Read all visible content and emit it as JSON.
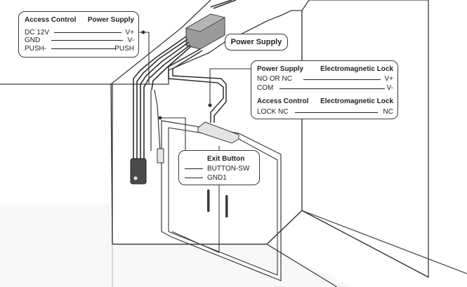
{
  "wiring_table_1": {
    "header_left": "Access Control",
    "header_right": "Power Supply",
    "rows": [
      {
        "left": "DC 12V",
        "right": "V+"
      },
      {
        "left": "GND",
        "right": "V-"
      },
      {
        "left": "PUSH-",
        "right": "PUSH"
      }
    ]
  },
  "power_supply_label": "Power Supply",
  "wiring_table_2": {
    "section_1": {
      "header_left": "Power Supply",
      "header_right": "Electromagnetic Lock",
      "rows": [
        {
          "left": "NO OR NC",
          "right": "V+"
        },
        {
          "left": "COM",
          "right": "V-"
        }
      ]
    },
    "section_2": {
      "header_left": "Access Control",
      "header_right": "Electromagnetic Lock",
      "rows": [
        {
          "left": "LOCK NC",
          "right": "NC"
        }
      ]
    }
  },
  "exit_button_table": {
    "header": "Exit Button",
    "rows": [
      "BUTTON-SW",
      "GND1"
    ]
  },
  "colors": {
    "line": "#3a3a3a",
    "wall_fill": "#ffffff",
    "floor_fill": "#f7f7f7",
    "device_fill": "#555555",
    "lock_fill": "#e6e6e6"
  }
}
